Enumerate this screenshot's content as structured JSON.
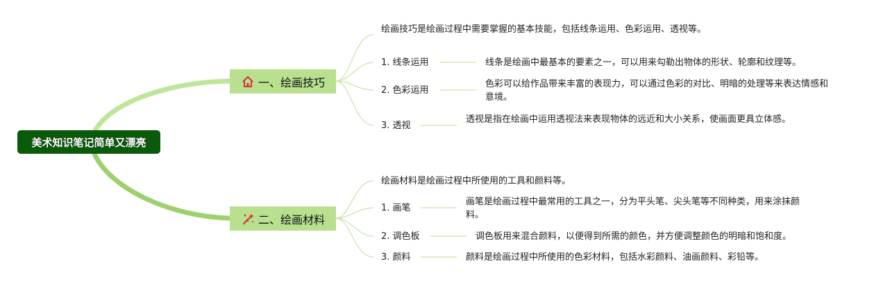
{
  "root": {
    "title": "美术知识笔记简单又漂亮"
  },
  "branches": [
    {
      "title": "一、绘画技巧",
      "icon": "house-icon",
      "summary": "绘画技巧是绘画过程中需要掌握的基本技能，包括线条运用、色彩运用、透视等。",
      "items": [
        {
          "label": "1. 线条运用",
          "desc": "线条是绘画中最基本的要素之一，可以用来勾勒出物体的形状、轮廓和纹理等。"
        },
        {
          "label": "2. 色彩运用",
          "desc": "色彩可以给作品带来丰富的表现力，可以通过色彩的对比、明暗的处理等来表达情感和意境。"
        },
        {
          "label": "3. 透视",
          "desc": "透视是指在绘画中运用透视法来表现物体的远近和大小关系，使画面更具立体感。"
        }
      ]
    },
    {
      "title": "二、绘画材料",
      "icon": "brush-sparkle-icon",
      "summary": "绘画材料是绘画过程中所使用的工具和颜料等。",
      "items": [
        {
          "label": "1. 画笔",
          "desc": "画笔是绘画过程中最常用的工具之一，分为平头笔、尖头笔等不同种类，用来涂抹颜料。"
        },
        {
          "label": "2. 调色板",
          "desc": "调色板用来混合颜料，以便得到所需的颜色，并方便调整颜色的明暗和饱和度。"
        },
        {
          "label": "3. 颜料",
          "desc": "颜料是绘画过程中所使用的色彩材料，包括水彩颜料、油画颜料、彩铅等。"
        }
      ]
    }
  ],
  "colors": {
    "root_bg": "#0a5a0a",
    "branch_bg": "#b8e08f",
    "main_curve": "#a8d878",
    "leaf_line": "#c6e4a6",
    "icon_red": "#d6303a"
  }
}
